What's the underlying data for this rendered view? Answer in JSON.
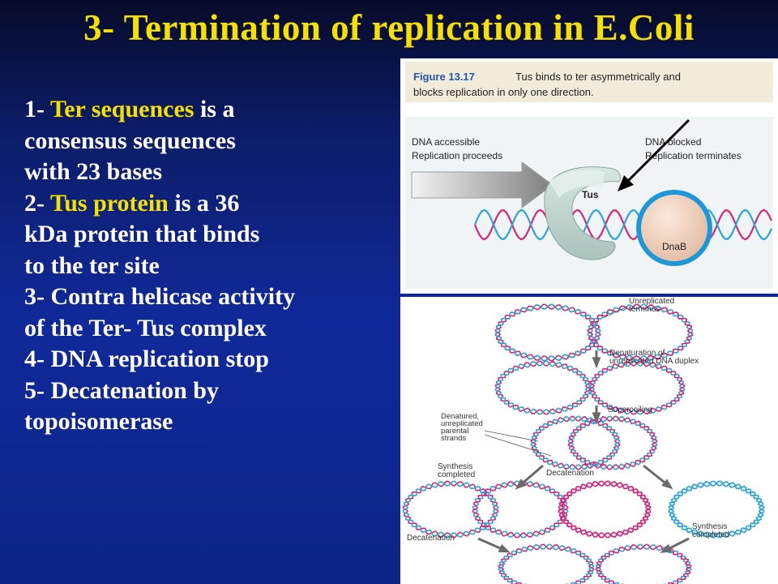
{
  "slide": {
    "title": "3- Termination of replication in E.Coli",
    "bullets": [
      [
        {
          "t": "1- "
        },
        {
          "t": "Ter sequences",
          "hl": true
        },
        {
          "t": " is a"
        }
      ],
      [
        {
          "t": "consensus sequences"
        }
      ],
      [
        {
          "t": "with 23 bases"
        }
      ],
      [
        {
          "t": "2- "
        },
        {
          "t": "Tus protein",
          "hl": true
        },
        {
          "t": " is a 36"
        }
      ],
      [
        {
          "t": "kDa protein that binds"
        }
      ],
      [
        {
          "t": "to the ter site"
        }
      ],
      [
        {
          "t": "3- Contra helicase activity"
        }
      ],
      [
        {
          "t": "of the Ter- Tus complex"
        }
      ],
      [
        {
          "t": "4- DNA replication stop"
        }
      ],
      [
        {
          "t": "5- Decatenation by"
        }
      ],
      [
        {
          "t": "topoisomerase"
        }
      ]
    ]
  },
  "figure_top": {
    "fig_number": "Figure 13.17",
    "caption_line1": "Tus binds to ter asymmetrically and",
    "caption_line2": "blocks replication in only one direction.",
    "left_label1": "DNA accessible",
    "left_label2": "Replication proceeds",
    "right_label1": "DNA blocked",
    "right_label2": "Replication terminates",
    "tus_label": "Tus",
    "dnab_label": "DnaB"
  },
  "figure_bottom": {
    "unreplicated_terminus_1": "Unreplicated",
    "unreplicated_terminus_2": "terminus",
    "denaturation_1": "Denaturation of",
    "denaturation_2": "unreplicated DNA duplex",
    "supercoiling": "Supercoiling",
    "denatured_1": "Denatured,",
    "denatured_2": "unreplicated",
    "denatured_3": "parental",
    "denatured_4": "strands",
    "synthesis_completed_1": "Synthesis",
    "synthesis_completed_2": "completed",
    "decatenation_mid": "Decatenation",
    "decatenation_left": "Decatenation",
    "synthesis_completed_b1": "Synthesis",
    "synthesis_completed_b2": "completed"
  },
  "colors": {
    "title": "#f5e000",
    "highlight": "#f5e000",
    "body_text": "#ffffff",
    "pink_strand": "#d4267a",
    "blue_strand": "#2aa3d8",
    "dnab_ring": "#1c98d8"
  }
}
